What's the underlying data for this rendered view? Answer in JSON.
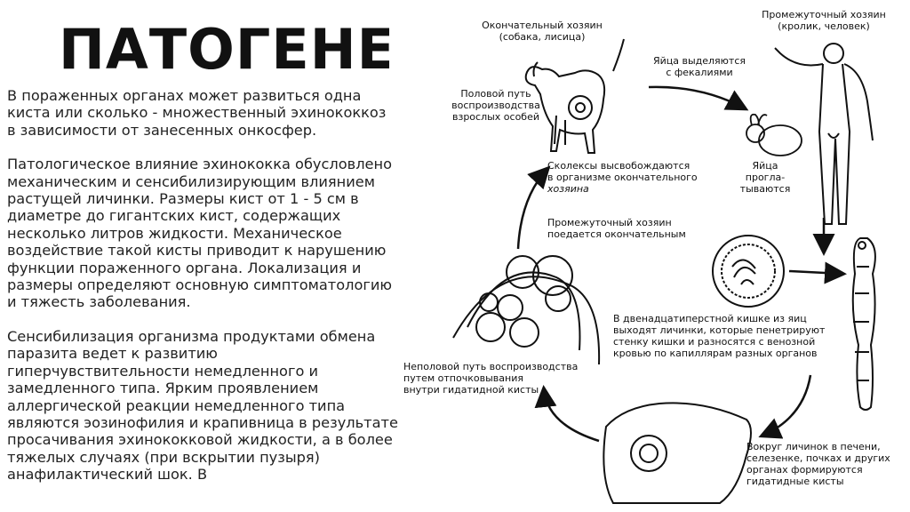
{
  "title": "ПАТОГЕНЕЗ",
  "paragraphs": [
    "В пораженных органах может развиться одна киста или сколько - множественный эхинококкоз в зависимости от занесенных онкосфер.",
    "Патологическое влияние эхинококка обусловлено механическим и сенсибилизирующим влиянием растущей личинки. Размеры кист от 1 - 5 см в диаметре до гигантских кист, содержащих несколько литров жидкости. Механическое воздействие такой кисты приводит к нарушению функции пораженного органа. Локализация и размеры определяют основную симптоматологию и тяжесть заболевания.",
    "Сенсибилизация организма продуктами обмена паразита ведет к развитию гиперчувствительности немедленного и замедленного типа. Ярким проявлением аллергической реакции немедленного типа являются эозинофилия и крапивница в результате просачивания эхинококковой жидкости, а в более тяжелых случаях (при вскрытии пузыря) анафилактический шок. В"
  ],
  "diagram": {
    "definitive_host": [
      "Окончательный хозяин",
      "(собака, лисица)"
    ],
    "intermediate_host": [
      "Промежуточный хозяин",
      "(кролик, человек)"
    ],
    "eggs_excreted": [
      "Яйца выделяются",
      "с фекалиями"
    ],
    "sexual_path": [
      "Половой путь",
      "воспроизводства",
      "взрослых особей"
    ],
    "eggs_swallowed": [
      "Яйца",
      "прогла-",
      "тываются"
    ],
    "scolex_line1": "Сколексы высвобождаются",
    "scolex_line2": "в организме окончательного",
    "scolex_line3": "хозяина",
    "eaten": [
      "Промежуточный хозяин",
      "поедается окончательным"
    ],
    "duodenum": [
      "В двенадцатиперстной кишке  из яиц",
      "выходят личинки, которые пенетрируют",
      "стенку кишки и разносятся с венозной",
      "кровью по капиллярам разных органов"
    ],
    "asexual_path": [
      "Неполовой путь воспроизводства",
      "путем отпочковывания",
      "внутри гидатидной кисты"
    ],
    "cyst_forming": [
      "Вокруг личинок в печени,",
      "селезенке, почках и других",
      "органах формируются",
      "гидатидные кисты"
    ]
  }
}
